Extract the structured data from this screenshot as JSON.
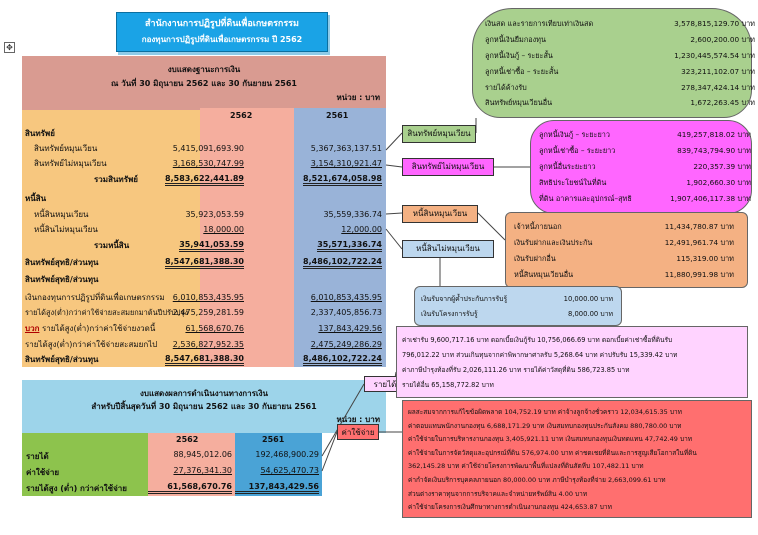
{
  "banner": {
    "line1": "สำนักงานการปฏิรูปที่ดินเพื่อเกษตรกรรม",
    "line2": "กองทุนการปฏิรูปที่ดินเพื่อเกษตรกรรม  ปี 2562"
  },
  "move_handle": "✥",
  "balance_sheet": {
    "title": "งบแสดงฐานะการเงิน",
    "subtitle": "ณ  วันที่ 30 มิถุนายน 2562 และ 30 กันยายน 2561",
    "unit": "หน่วย : บาท",
    "col1": "2562",
    "col2": "2561",
    "rows": [
      {
        "label": "สินทรัพย์",
        "v1": "",
        "v2": ""
      },
      {
        "label": "สินทรัพย์หมุนเวียน",
        "v1": "5,415,091,693.90",
        "v2": "5,367,363,137.51"
      },
      {
        "label": "สินทรัพย์ไม่หมุนเวียน",
        "v1": "3,168,530,747.99",
        "v2": "3,154,310,921.47"
      },
      {
        "label": "รวมสินทรัพย์",
        "v1": "8,583,622,441.89",
        "v2": "8,521,674,058.98"
      },
      {
        "label": "หนี้สิน",
        "v1": "",
        "v2": ""
      },
      {
        "label": "หนี้สินหมุนเวียน",
        "v1": "35,923,053.59",
        "v2": "35,559,336.74"
      },
      {
        "label": "หนี้สินไม่หมุนเวียน",
        "v1": "18,000.00",
        "v2": "12,000.00"
      },
      {
        "label": "รวมหนี้สิน",
        "v1": "35,941,053.59",
        "v2": "35,571,336.74"
      },
      {
        "label": "สินทรัพย์สุทธิ/ส่วนทุน",
        "v1": "8,547,681,388.30",
        "v2": "8,486,102,722.24"
      },
      {
        "label": "สินทรัพย์สุทธิ/ส่วนทุน",
        "v1": "",
        "v2": ""
      },
      {
        "label": "เงินกองทุนการปฏิรูปที่ดินเพื่อเกษตรกรรม",
        "v1": "6,010,853,435.95",
        "v2": "6,010,853,435.95"
      },
      {
        "label": "รายได้สูง(ต่ำ)กว่าค่าใช้จ่ายสะสมยกมาต้นปีปรับปรุง",
        "v1": "2,475,259,281.59",
        "v2": "2,337,405,856.73"
      },
      {
        "label_prefix": "บวก",
        "label": " รายได้สูง(ต่ำ)กว่าค่าใช้จ่ายงวดนี้",
        "v1": "61,568,670.76",
        "v2": "137,843,429.56"
      },
      {
        "label": "รายได้สูง(ต่ำ)กว่าค่าใช้จ่ายสะสมยกไป",
        "v1": "2,536,827,952.35",
        "v2": "2,475,249,286.29"
      },
      {
        "label": "สินทรัพย์สุทธิ/ส่วนทุน",
        "v1": "8,547,681,388.30",
        "v2": "8,486,102,722.24"
      }
    ]
  },
  "operations": {
    "title": "งบแสดงผลการดำเนินงานทางการเงิน",
    "subtitle": "สำหรับปีสิ้นสุดวันที่ 30 มิถุนายน 2562 และ 30 กันยายน 2561",
    "unit": "หน่วย : บาท",
    "col1": "2562",
    "col2": "2561",
    "rows": [
      {
        "label": "รายได้",
        "v1": "88,945,012.06",
        "v2": "192,468,900.29"
      },
      {
        "label": "ค่าใช้จ่าย",
        "v1": "27,376,341.30",
        "v2": "54,625,470.73"
      },
      {
        "label": "รายได้สูง (ต่ำ) กว่าค่าใช้จ่าย",
        "v1": "61,568,670.76",
        "v2": "137,843,429.56"
      }
    ]
  },
  "tags": {
    "current_assets": "สินทรัพย์หมุนเวียน",
    "noncurrent_assets": "สินทรัพย์ไม่หมุนเวียน",
    "current_liabilities": "หนี้สินหมุนเวียน",
    "noncurrent_liabilities": "หนี้สินไม่หมุนเวียน",
    "revenue": "รายได้",
    "expense": "ค่าใช้จ่าย"
  },
  "current_assets_detail": [
    {
      "label": "เงินสด และรายการเทียบเท่าเงินสด",
      "value": "3,578,815,129.70 บาท"
    },
    {
      "label": "ลูกหนี้เงินยืมกองทุน",
      "value": "2,600,200.00 บาท"
    },
    {
      "label": "ลูกหนี้เงินกู้ – ระยะสั้น",
      "value": "1,230,445,574.54 บาท"
    },
    {
      "label": "ลูกหนี้เช่าซื้อ – ระยะสั้น",
      "value": "323,211,102.07 บาท"
    },
    {
      "label": "รายได้ค้างรับ",
      "value": "278,347,424.14 บาท"
    },
    {
      "label": "สินทรัพย์หมุนเวียนอื่น",
      "value": "1,672,263.45 บาท"
    }
  ],
  "noncurrent_assets_detail": [
    {
      "label": "ลูกหนี้เงินกู้ – ระยะยาว",
      "value": "419,257,818.02 บาท"
    },
    {
      "label": "ลูกหนี้เช่าซื้อ – ระยะยาว",
      "value": "839,743,794.90 บาท"
    },
    {
      "label": "ลูกหนี้อื่นระยะยาว",
      "value": "220,357.39 บาท"
    },
    {
      "label": "สิทธิประโยชน์ในที่ดิน",
      "value": "1,902,660.30 บาท"
    },
    {
      "label": "ที่ดิน อาคารและอุปกรณ์–สุทธิ",
      "value": "1,907,406,117.38 บาท"
    }
  ],
  "current_liabilities_detail": [
    {
      "label": "เจ้าหนี้ภายนอก",
      "value": "11,434,780.87 บาท"
    },
    {
      "label": "เงินรับฝากและเงินประกัน",
      "value": "12,491,961.74 บาท"
    },
    {
      "label": "เงินรับฝากอื่น",
      "value": "115,319.00 บาท"
    },
    {
      "label": "หนี้สินหมุนเวียนอื่น",
      "value": "11,880,991.98 บาท"
    }
  ],
  "noncurrent_liabilities_detail": [
    {
      "label": "เงินรับจากผู้ค้ำประกันการรับรู้",
      "value": "10,000.00 บาท"
    },
    {
      "label": "เงินรับโครงการรับรู้",
      "value": "8,000.00 บาท"
    }
  ],
  "revenue_detail_lines": [
    "ค่าเช่ารับ 9,600,717.16 บาท ดอกเบี้ยเงินกู้รับ 10,756,066.69 บาท ดอกเบี้ยค่าเช่าซื้อที่ดินรับ",
    "796,012.22 บาท ส่วนเกินทุนจากค่าพิพากษาศาลรับ 5,268.64 บาท ค่าปรับรับ 15,339.42 บาท",
    "ค่าภาษีบำรุงท้องที่รับ 2,026,111.26 บาท   รายได้ค่าวัสดุที่ดิน  586,723.85 บาท",
    "รายได้อื่น 65,158,772.82 บาท"
  ],
  "expense_detail_lines": [
    "ผลสะสมจากการแก้ไขข้อผิดพลาด  104,752.19 บาท ค่าจ้างลูกจ้างชั่วคราว 12,034,615.35 บาท",
    "ค่าตอบแทนพนักงานกองทุน 6,688,171.29 บาท เงินสมทบกองทุนประกันสังคม 880,780.00 บาท",
    "ค่าใช้จ่ายในการบริหารงานกองทุน 3,405,921.11 บาท  เงินสมทบกองทุนเงินทดแทน 47,742.49 บาท",
    "ค่าใช้จ่ายในการจัดวัสดุและอุปกรณ์ที่ดิน 576,974.00 บาท ค่าชดเชยที่ดินและการสูญเสียโอกาสในที่ดิน",
    "362,145.28 บาท ค่าใช้จ่ายโครงการพัฒนาพื้นที่แปลงที่ดินสัตหีบ 107,482.11 บาท",
    "ค่ากำจัดเงินบริการบุคคลภายนอก 80,000.00 บาท ภาษีบำรุงท้องที่จ่าย 2,663,099.61 บาท",
    "ส่วนต่างราคาทุนจากการบริจาคและจำหน่ายทรัพย์สิน 4.00 บาท",
    "ค่าใช้จ่ายโครงการเงินศึกษาทางการดำเนินงานกองทุน 424,653.87 บาท"
  ]
}
